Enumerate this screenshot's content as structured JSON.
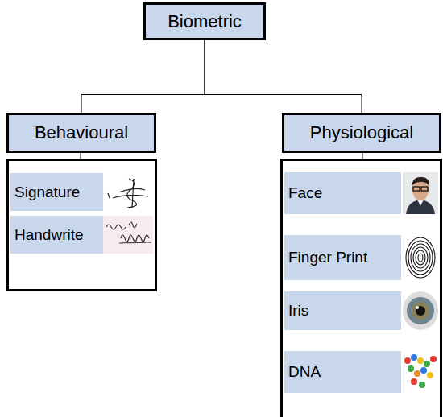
{
  "diagram": {
    "nodes": [
      {
        "text": [
          "Biometric"
        ]
      },
      {
        "text": [
          "Behavioural"
        ]
      },
      {
        "text": [
          "Physiological"
        ]
      },
      {
        "text": [
          "Signature"
        ]
      },
      {
        "text": [
          "Handwrite"
        ]
      },
      {
        "text": [
          "Face"
        ]
      },
      {
        "text": [
          "Finger Print"
        ]
      },
      {
        "text": [
          "Iris"
        ]
      },
      {
        "text": [
          "DNA"
        ]
      }
    ],
    "edges": [
      {
        "from": 0,
        "to": 1,
        "arrow": "none"
      },
      {
        "from": 0,
        "to": 2,
        "arrow": "none"
      }
    ]
  }
}
